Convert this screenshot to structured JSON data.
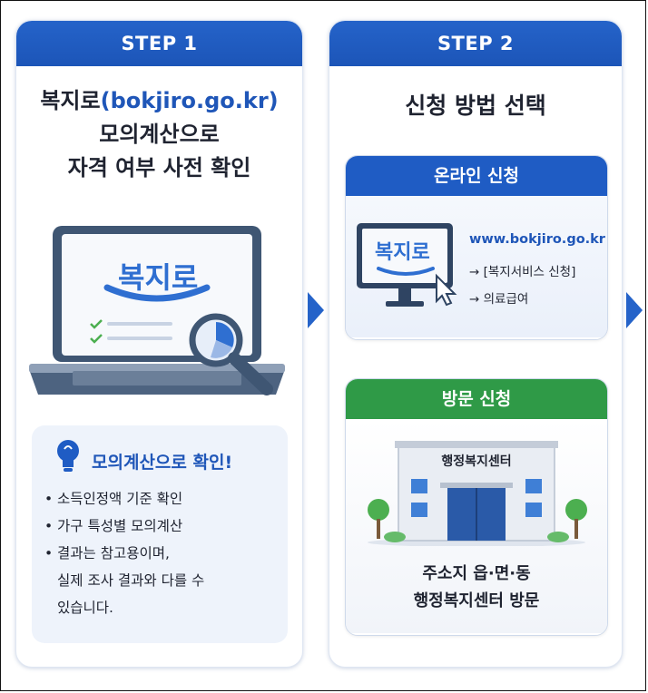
{
  "step1": {
    "header": "STEP 1",
    "title_line1_prefix": "복지로",
    "title_line1_url": "(bokjiro.go.kr)",
    "title_line2": "모의계산으로",
    "title_line3": "자격 여부 사전 확인",
    "laptop_logo": "복지로",
    "tip_title": "모의계산으로 확인!",
    "bullets": [
      "소득인정액 기준 확인",
      "가구 특성별 모의계산",
      "결과는 참고용이며,",
      "실제 조사 결과와 다를 수",
      "있습니다."
    ]
  },
  "step2": {
    "header": "STEP 2",
    "title": "신청 방법 선택",
    "online": {
      "header": "온라인 신청",
      "monitor_logo": "복지로",
      "url": "www.bokjiro.go.kr",
      "path1": "→ [복지서비스 신청]",
      "path2": "→ 의료급여"
    },
    "visit": {
      "header": "방문 신청",
      "building_sign": "행정복지센터",
      "line1": "주소지 읍·면·동",
      "line2": "행정복지센터 방문"
    }
  },
  "colors": {
    "primary_blue": "#2563c9",
    "green": "#2f9a47",
    "light_bg": "#eef3fb"
  }
}
